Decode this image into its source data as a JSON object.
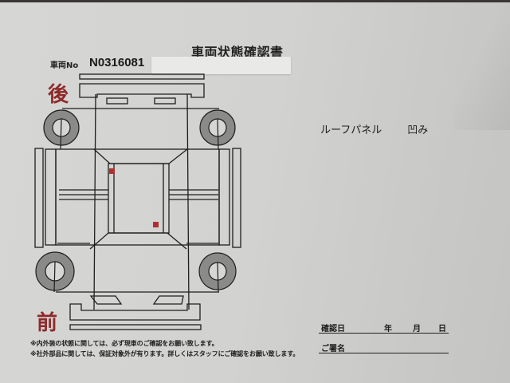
{
  "document": {
    "title": "車両状態確認書",
    "vehicle_number_label": "車両No",
    "vehicle_number": "N0316081",
    "rear_label": "後",
    "front_label": "前",
    "damage_notes": [
      {
        "part": "ルーフパネル",
        "condition": "凹み"
      }
    ],
    "disclaimers": [
      "※内外装の状態に関しては、必ず現車のご確認をお願い致します。",
      "※社外部品に関しては、保証対象外が有ります。詳しくはスタッフにご確認をお願い致します。"
    ],
    "confirmation": {
      "date_label": "確認日",
      "year_label": "年",
      "month_label": "月",
      "day_label": "日",
      "signature_label": "ご署名"
    },
    "colors": {
      "direction_label": "#8e2a2a",
      "damage_marker": "#b03030",
      "tire": "#8a8a88",
      "line": "#1e1e1e"
    }
  }
}
